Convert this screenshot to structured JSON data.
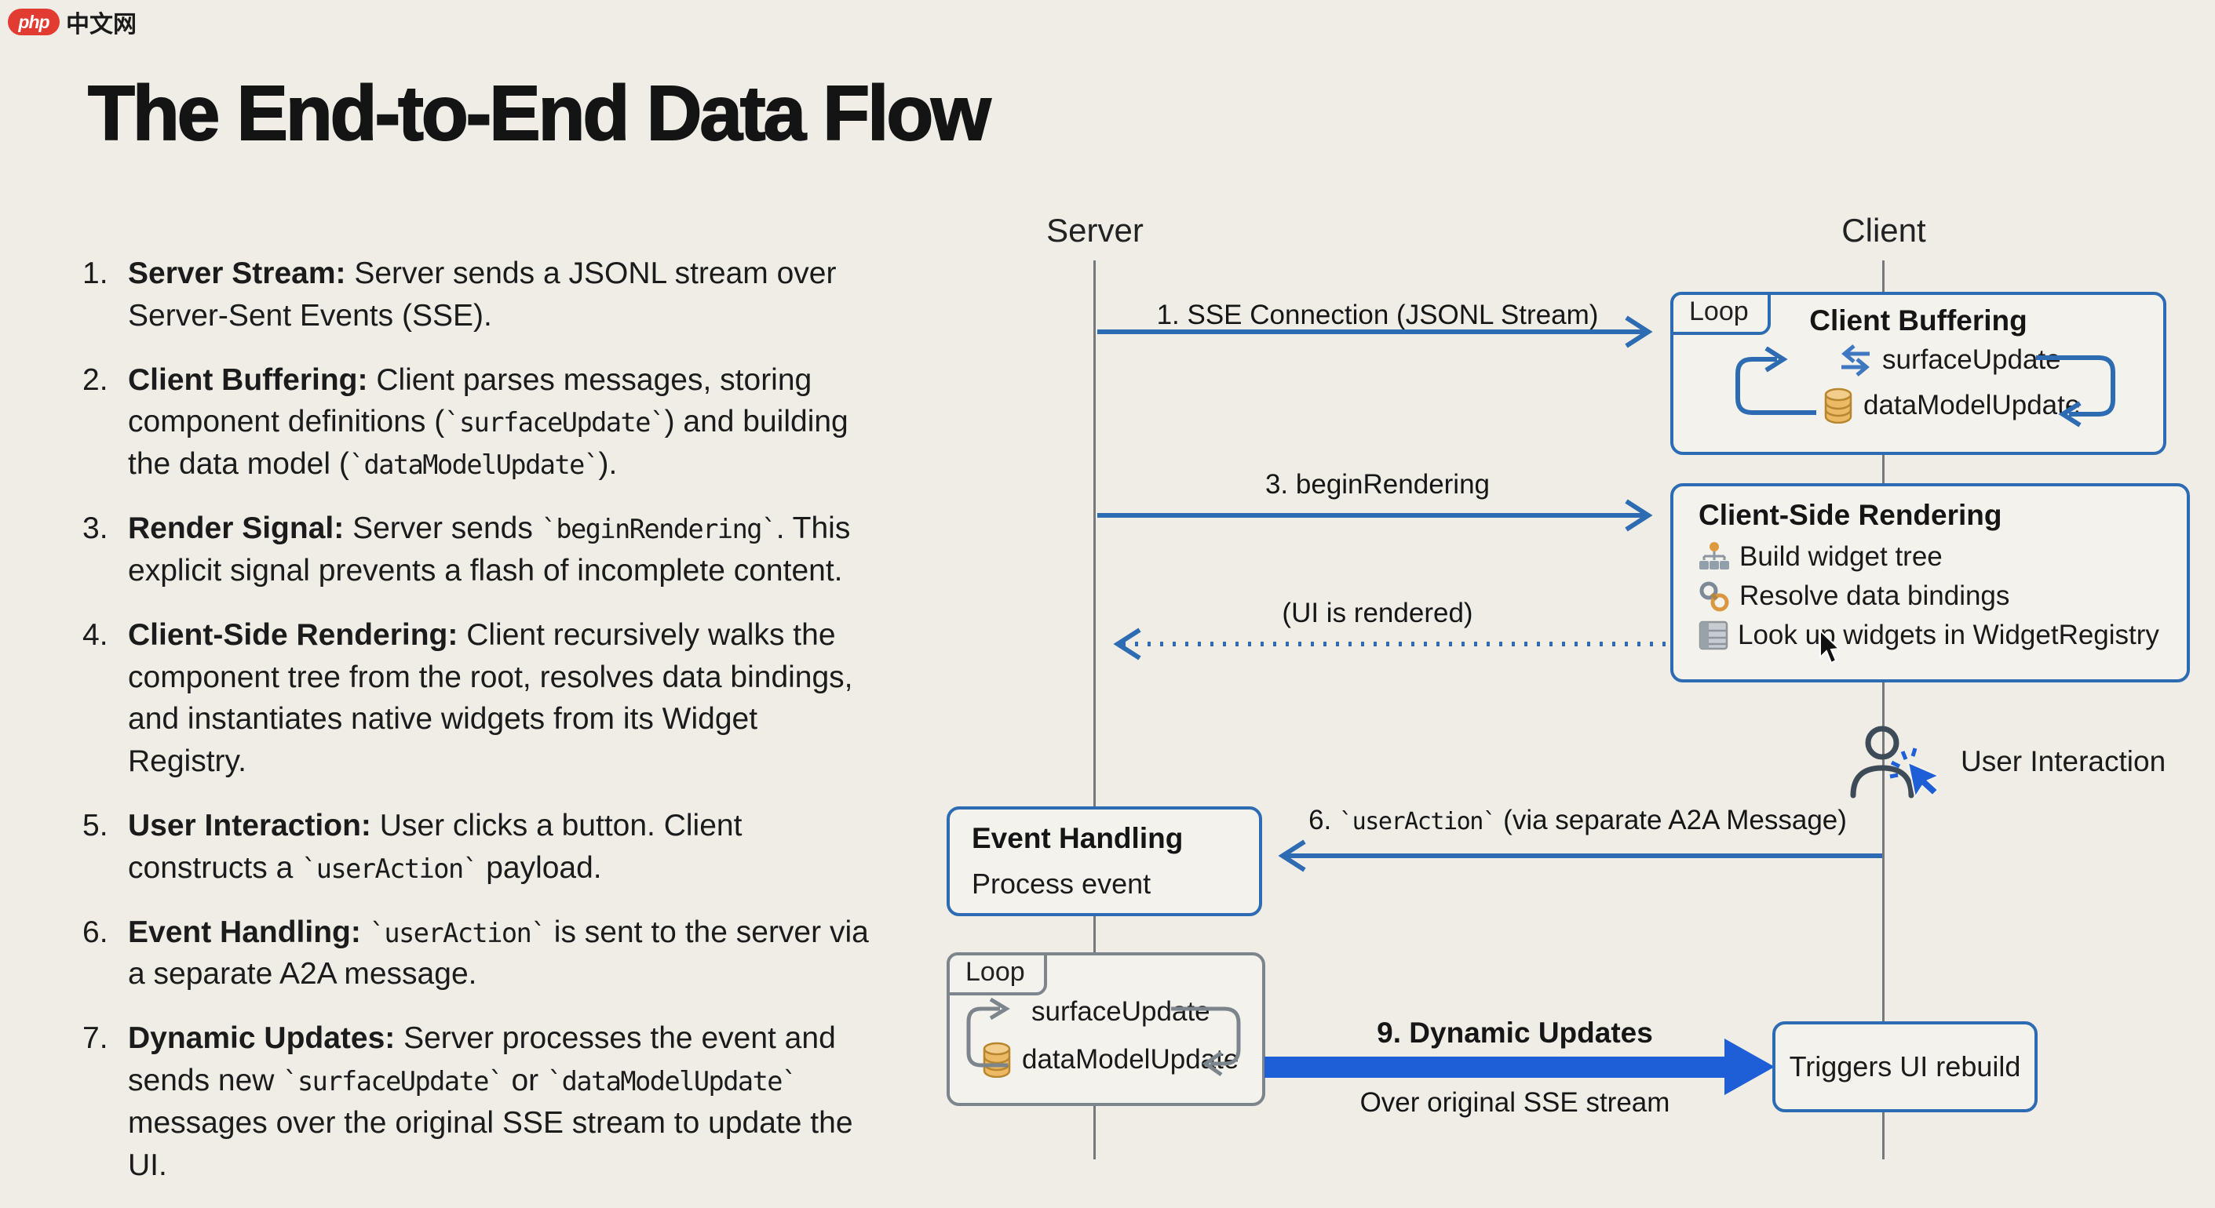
{
  "watermark": {
    "badge": "php",
    "text": "中文网"
  },
  "title": "The End-to-End Data Flow",
  "steps": [
    {
      "num": "1.",
      "lead": "Server Stream:",
      "text": "Server sends a JSONL stream over Server-Sent Events (SSE)."
    },
    {
      "num": "2.",
      "lead": "Client Buffering:",
      "text": "Client parses messages, storing component definitions (`surfaceUpdate`) and building the data model (`dataModelUpdate`)."
    },
    {
      "num": "3.",
      "lead": "Render Signal:",
      "text": "Server sends `beginRendering`. This explicit signal prevents a flash of incomplete content."
    },
    {
      "num": "4.",
      "lead": "Client-Side Rendering:",
      "text": "Client recursively walks the component tree from the root, resolves data bindings, and instantiates native widgets from its Widget Registry."
    },
    {
      "num": "5.",
      "lead": "User Interaction:",
      "text": "User clicks a button. Client constructs a `userAction` payload."
    },
    {
      "num": "6.",
      "lead": "Event Handling:",
      "text": "`userAction` is sent to the server via a separate A2A message."
    },
    {
      "num": "7.",
      "lead": "Dynamic Updates:",
      "text": "Server processes the event and sends new `surfaceUpdate` or `dataModelUpdate` messages over the original SSE stream to update the UI."
    }
  ],
  "diagram": {
    "server_label": "Server",
    "client_label": "Client",
    "messages": {
      "sse": "1. SSE Connection (JSONL Stream)",
      "begin": "3. beginRendering",
      "ui_rendered": "(UI is rendered)",
      "user_action": "6. `userAction` (via separate A2A Message)",
      "dynamic_title": "9. Dynamic Updates",
      "dynamic_sub": "Over original SSE stream"
    },
    "client_buffering": {
      "loop_label": "Loop",
      "title": "Client Buffering",
      "items": [
        "surfaceUpdate",
        "dataModelUpdate"
      ]
    },
    "client_rendering": {
      "title": "Client-Side Rendering",
      "items": [
        "Build widget tree",
        "Resolve data bindings",
        "Look up widgets in WidgetRegistry"
      ]
    },
    "user_interaction_label": "User Interaction",
    "event_handling": {
      "title": "Event Handling",
      "subtitle": "Process event"
    },
    "server_loop": {
      "loop_label": "Loop",
      "items": [
        "surfaceUpdate",
        "dataModelUpdate"
      ]
    },
    "triggers_label": "Triggers UI rebuild"
  },
  "colors": {
    "background": "#efede6",
    "accent_blue": "#2d6bb2",
    "bright_blue": "#1e5ed6",
    "gray_line": "#75797c",
    "db_orange": "#ecb964",
    "logo_red": "#e23c32"
  }
}
